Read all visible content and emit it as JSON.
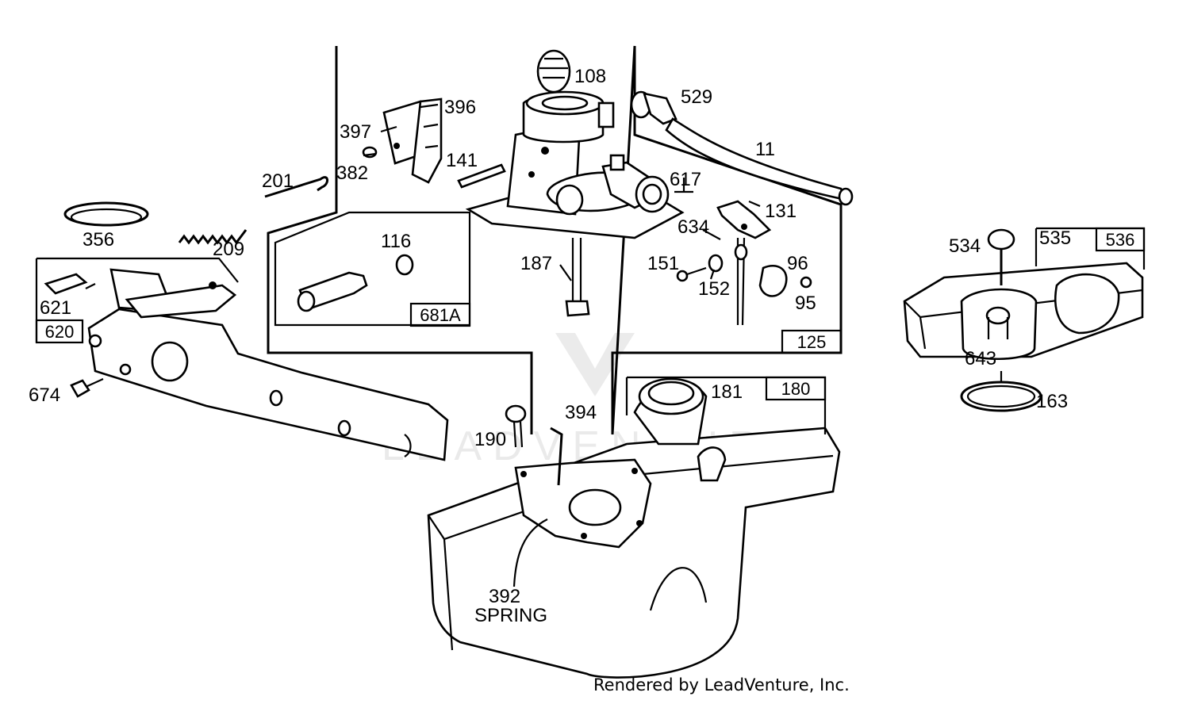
{
  "watermark": "LEADVENTURE",
  "footer": "Rendered by LeadVenture, Inc.",
  "labels": {
    "p108": "108",
    "p396": "396",
    "p397": "397",
    "p382": "382",
    "p201": "201",
    "p141": "141",
    "p529": "529",
    "p11": "11",
    "p617": "617",
    "p131": "131",
    "p634": "634",
    "p356": "356",
    "p209": "209",
    "p116": "116",
    "p681a": "681A",
    "p187": "187",
    "p151": "151",
    "p152": "152",
    "p96": "96",
    "p95": "95",
    "p125": "125",
    "p621": "621",
    "p620": "620",
    "p674": "674",
    "p181": "181",
    "p180": "180",
    "p190": "190",
    "p394": "394",
    "p392": "392",
    "spring": "SPRING",
    "p534": "534",
    "p535": "535",
    "p536": "536",
    "p643": "643",
    "p163": "163"
  }
}
